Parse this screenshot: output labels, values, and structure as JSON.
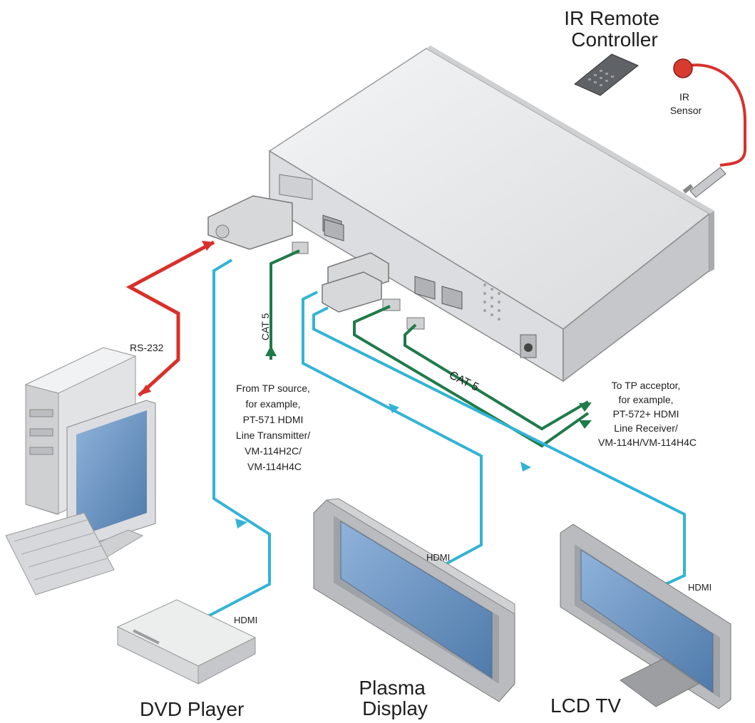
{
  "labels": {
    "ir_remote": [
      "IR Remote",
      "Controller"
    ],
    "ir_sensor": [
      "IR",
      "Sensor"
    ],
    "rs232": "RS-232",
    "cat5_input": "CAT 5",
    "cat5_output": "CAT 5",
    "tp_source": [
      "From TP source,",
      "for example,",
      "PT-571 HDMI",
      "Line Transmitter/",
      "VM-114H2C/",
      "VM-114H4C"
    ],
    "tp_acceptor": [
      "To TP acceptor,",
      "for example,",
      "PT-572+ HDMI",
      "Line Receiver/",
      "VM-114H/VM-114H4C"
    ],
    "hdmi_dvd": "HDMI",
    "hdmi_plasma": "HDMI",
    "hdmi_lcd": "HDMI",
    "dvd_player": "DVD Player",
    "plasma_display": [
      "Plasma",
      "Display"
    ],
    "lcd_tv": "LCD TV"
  },
  "colors": {
    "rs232_cable": "#d9302b",
    "ir_cable": "#d9302b",
    "hdmi_cable": "#33b3d6",
    "cat5_cable": "#1f7a4a",
    "device_body": "#e6e7e8",
    "device_edge": "#9a9a9a",
    "screen": "#6f9ac9",
    "bezel": "#a8abaf"
  },
  "icons": [
    "pc-icon",
    "dvd-player-icon",
    "plasma-display-icon",
    "lcd-tv-icon",
    "ir-remote-icon",
    "ir-sensor-icon",
    "main-unit-icon"
  ]
}
